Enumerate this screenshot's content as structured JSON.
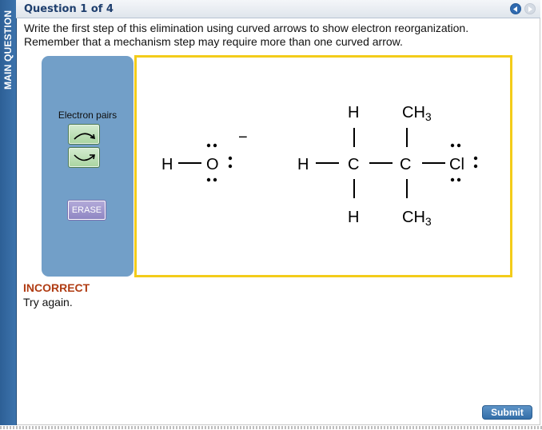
{
  "side_tab": {
    "label": "MAIN QUESTION"
  },
  "header": {
    "title": "Question 1 of 4",
    "prev_icon": "triangle-left",
    "next_icon": "triangle-right"
  },
  "prompt": {
    "line1": "Write the first step of this elimination using curved arrows to show electron reorganization.",
    "line2": "Remember that a mechanism step may require more than one curved arrow."
  },
  "tools": {
    "label": "Electron pairs",
    "curved_arrow_1": "curved-arrow-over",
    "curved_arrow_2": "curved-arrow-under",
    "erase_label": "ERASE"
  },
  "molecule": {
    "hydroxide": {
      "h": "H",
      "o": "O",
      "charge": "−"
    },
    "substrate": {
      "h_left": "H",
      "c1": "C",
      "c2": "C",
      "cl": "Cl",
      "h_top": "H",
      "h_bottom": "H",
      "ch3_top": "CH",
      "ch3_top_sub": "3",
      "ch3_bottom": "CH",
      "ch3_bottom_sub": "3"
    }
  },
  "feedback": {
    "status": "INCORRECT",
    "message": "Try again."
  },
  "submit_label": "Submit",
  "colors": {
    "side_tab": "#3d74ad",
    "tool_panel": "#729fc8",
    "canvas_border": "#f3cc1a",
    "incorrect": "#b03c13",
    "submit": "#336ea8"
  }
}
